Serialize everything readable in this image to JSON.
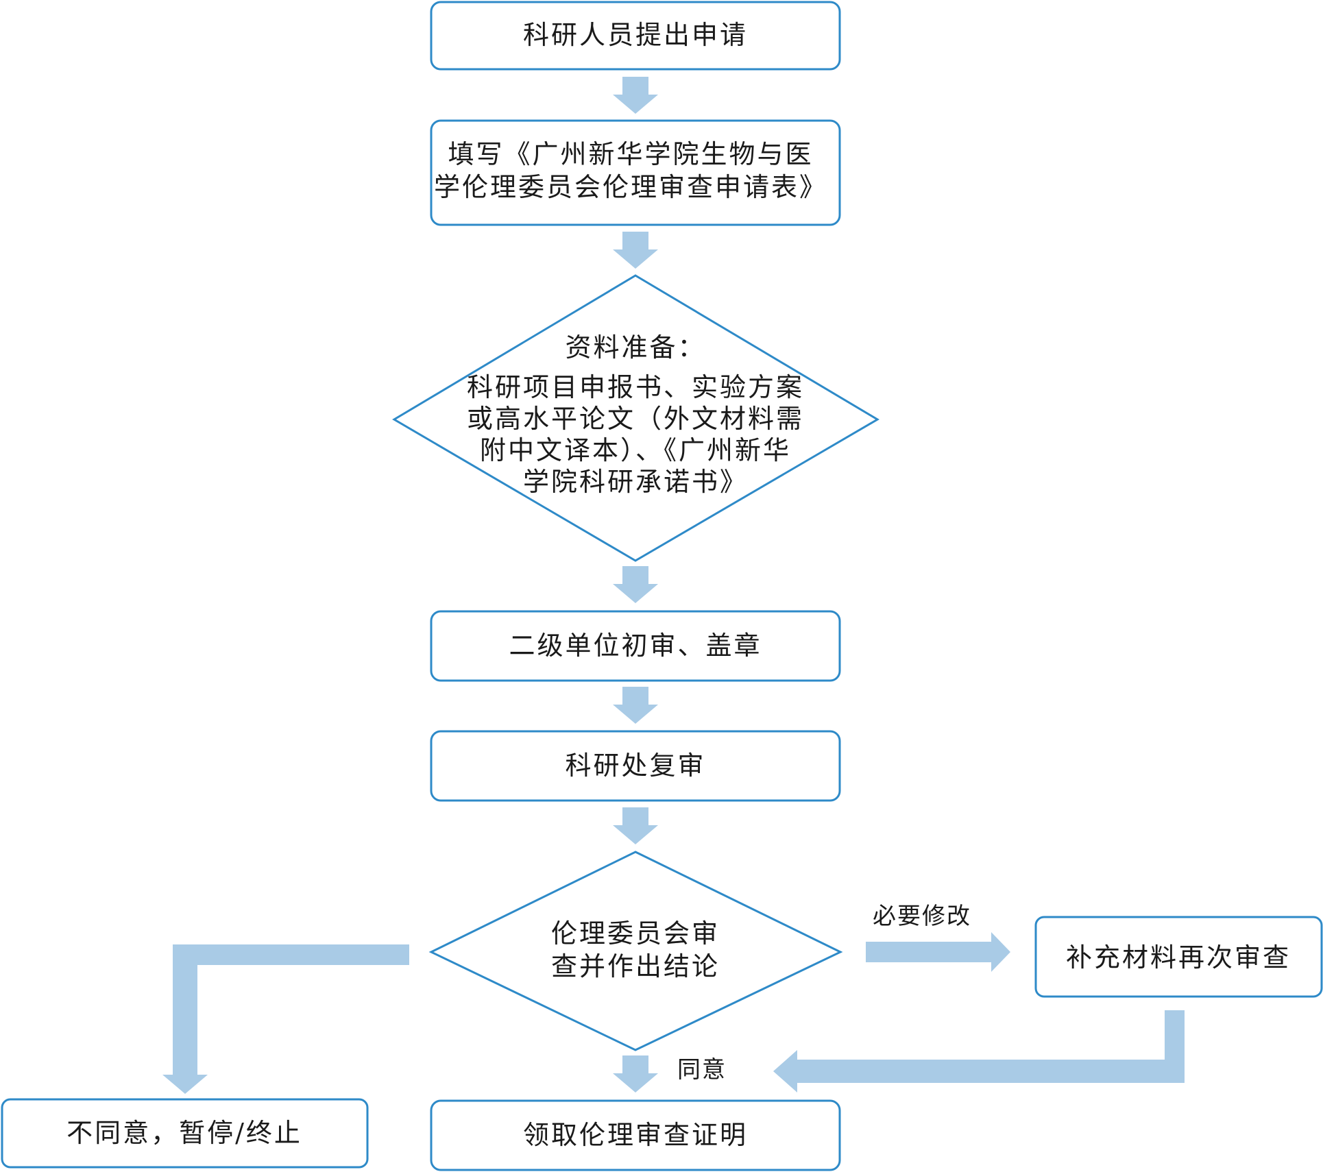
{
  "colors": {
    "border": "#2e8ac8",
    "arrow": "#a9cbe6",
    "text": "#1a1a1a"
  },
  "steps": {
    "apply": "科研人员提出申请",
    "form_line1": "填写《广州新华学院生物与医",
    "form_line2": "学伦理委员会伦理审查申请表》",
    "prep_line1": "资料准备：",
    "prep_line2": "科研项目申报书、实验方案",
    "prep_line3": "或高水平论文（外文材料需",
    "prep_line4": "附中文译本）、《广州新华",
    "prep_line5": "学院科研承诺书》",
    "unit_review": "二级单位初审、盖章",
    "office_review": "科研处复审",
    "committee_line1": "伦理委员会审",
    "committee_line2": "查并作出结论",
    "supplement": "补充材料再次审查",
    "certificate": "领取伦理审查证明",
    "reject": "不同意，暂停/终止"
  },
  "edge_labels": {
    "revise": "必要修改",
    "approve": "同意"
  }
}
